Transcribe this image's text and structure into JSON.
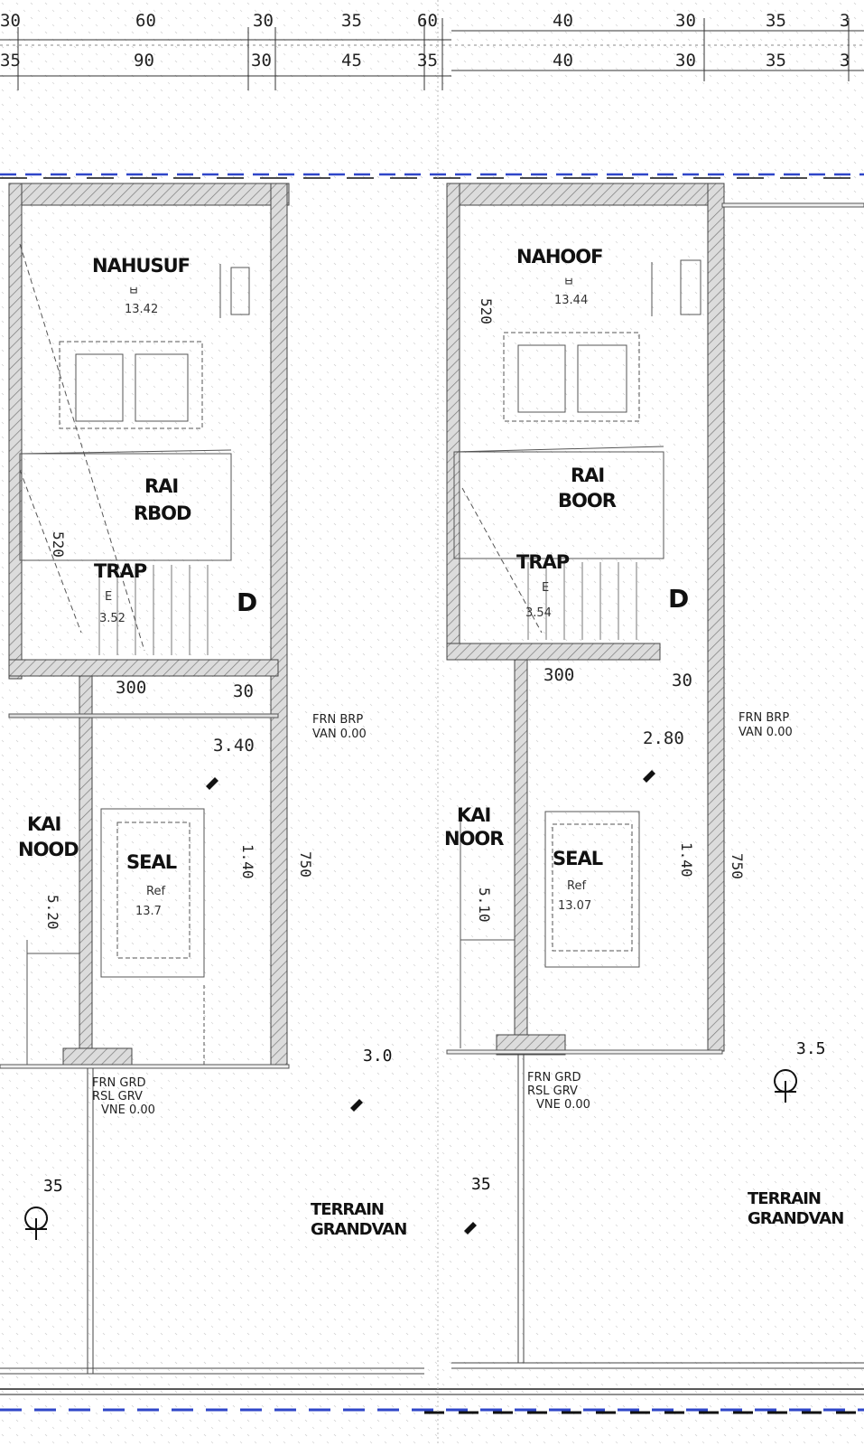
{
  "colors": {
    "wall": "#4a4a4a",
    "hatch": "#8a8a8a",
    "line": "#555555",
    "dash_blue": "#2f46c8",
    "dash_black": "#111111",
    "fill": "#ffffff"
  },
  "top_dimensions": {
    "row1": [
      "30",
      "60",
      "30",
      "35",
      "60",
      "40",
      "30",
      "35",
      "3"
    ],
    "row2": [
      "35",
      "90",
      "30",
      "45",
      "35",
      "40",
      "30",
      "35",
      "3"
    ]
  },
  "left_unit": {
    "rooms": {
      "bedroom": {
        "name": "NAHUSUF",
        "sub1": "ㅂ",
        "sub2": "13.42"
      },
      "bath": {
        "name1": "RAI",
        "name2": "RBOD"
      },
      "stairs": {
        "name": "TRAP",
        "sub1": "E",
        "sub2": "3.52"
      },
      "kitchen": {
        "name": "KAI",
        "name2": "NOOD"
      },
      "living": {
        "name": "SEAL",
        "sub1": "Ref",
        "sub2": "13.7"
      }
    },
    "dims": {
      "d_300": "300",
      "d_30": "30",
      "d_80": "3.40",
      "d_140": "1.40",
      "d_750": "750",
      "d_520": "520",
      "d_cut": "5.20"
    },
    "notes": {
      "e1": "FRN BRP",
      "e2": "VAN 0.00",
      "f1": "FRN GRD",
      "f2": "RSL GRV",
      "f3": "VNE 0.00",
      "garden1": "TERRAIN",
      "garden2": "GRANDVAN"
    },
    "elevations": [
      "35",
      "3.0"
    ],
    "mark": "D"
  },
  "right_unit": {
    "rooms": {
      "bedroom": {
        "name": "NAHOOF",
        "sub1": "ㅂ",
        "sub2": "13.44"
      },
      "bath": {
        "name1": "RAI",
        "name2": "BOOR"
      },
      "stairs": {
        "name": "TRAP",
        "sub1": "E",
        "sub2": "3.54"
      },
      "kitchen": {
        "name": "KAI",
        "name2": "NOOR"
      },
      "living": {
        "name": "SEAL",
        "sub1": "Ref",
        "sub2": "13.07"
      }
    },
    "dims": {
      "d_300": "300",
      "d_30": "30",
      "d_80": "2.80",
      "d_140": "1.40",
      "d_750": "750",
      "d_520": "520",
      "d_cut": "5.10"
    },
    "notes": {
      "e1": "FRN BRP",
      "e2": "VAN 0.00",
      "f1": "FRN GRD",
      "f2": "RSL GRV",
      "f3": "VNE 0.00",
      "garden1": "TERRAIN",
      "garden2": "GRANDVAN"
    },
    "elevations": [
      "35",
      "3.5"
    ],
    "mark": "D"
  }
}
